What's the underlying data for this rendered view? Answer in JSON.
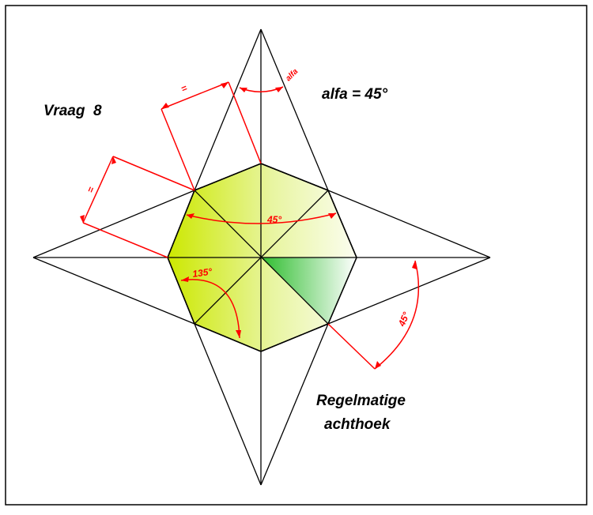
{
  "labels": {
    "question": "Vraag  8",
    "alfa_value": "alfa = 45°",
    "title_line1": "Regelmatige",
    "title_line2": "achthoek"
  },
  "dimensions": {
    "alfa": "alfa",
    "equal_top": "=",
    "equal_left": "=",
    "angle_inner_45": "45°",
    "angle_135": "135°",
    "angle_outer_45": "45°"
  },
  "colors": {
    "line": "#000000",
    "dimension": "#ff0000",
    "fill_yellow_green": "#d4ec1a",
    "fill_light": "#f7fbe6",
    "fill_green": "#3fc43f"
  }
}
